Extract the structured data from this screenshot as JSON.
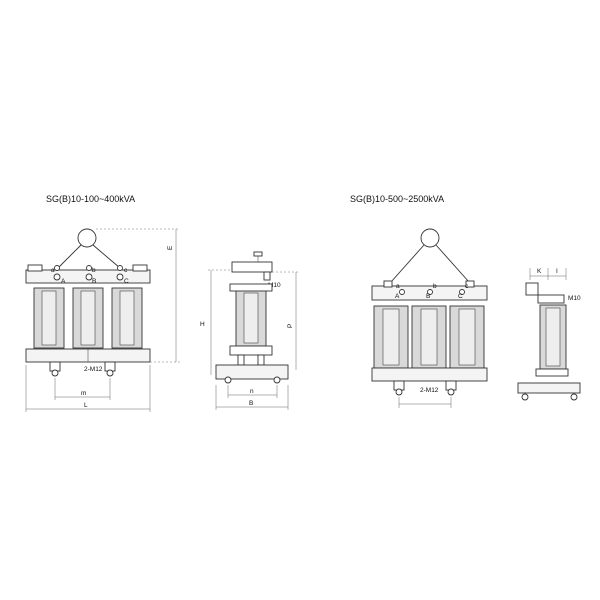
{
  "left_drawing": {
    "title": "SG(B)10-100~400kVA",
    "phase_labels": [
      "A",
      "B",
      "C"
    ],
    "terminal_labels": [
      "a",
      "b",
      "c"
    ],
    "label_m12": "2-M12",
    "label_m10": "M10",
    "dim_m": "m",
    "dim_l": "L",
    "dim_e": "E",
    "dim_h": "H",
    "dim_p": "P",
    "dim_n": "n",
    "dim_b": "B"
  },
  "right_drawing": {
    "title": "SG(B)10-500~2500kVA",
    "phase_labels": [
      "A",
      "B",
      "C"
    ],
    "terminal_labels": [
      "a",
      "b",
      "c"
    ],
    "label_m12": "2-M12",
    "label_m10": "M10",
    "dim_k": "K",
    "dim_i": "I"
  }
}
